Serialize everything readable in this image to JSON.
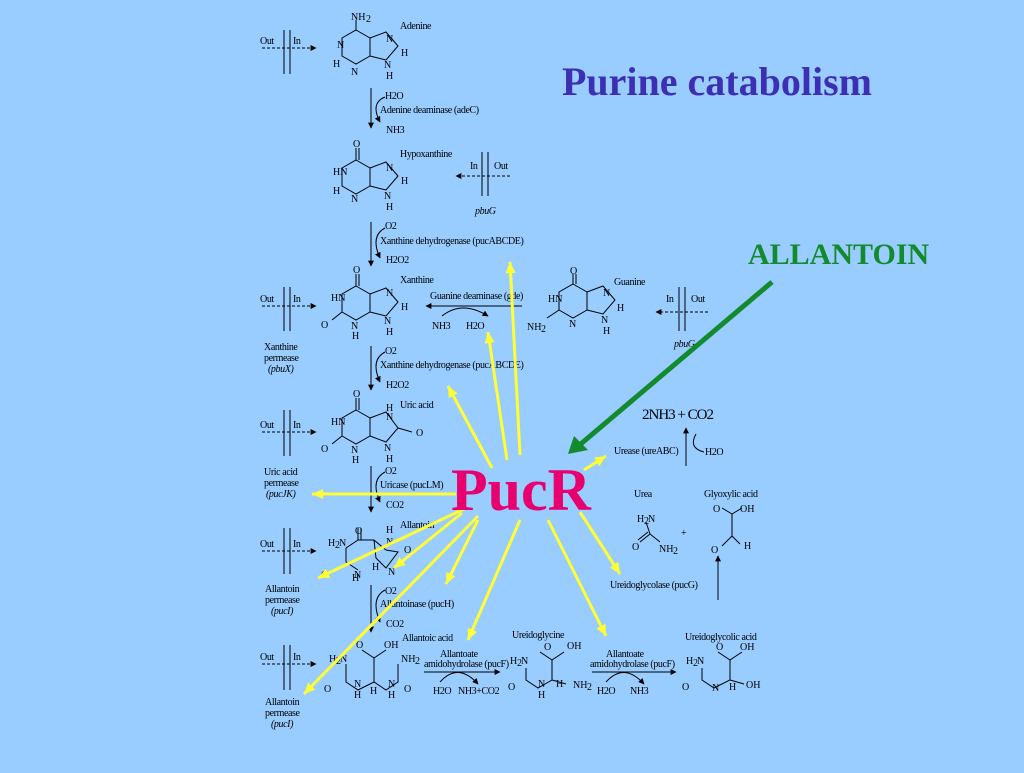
{
  "title": "Purine catabolism",
  "regulator": "PucR",
  "allantoin_label": "ALLANTOIN",
  "colors": {
    "background": "#99ccff",
    "title": "#3d2fb3",
    "regulator": "#e8006e",
    "allantoin": "#138a2e",
    "regulation_arrows": "#ffff33"
  },
  "transport_labels": {
    "out": "Out",
    "in": "In"
  },
  "compounds": {
    "adenine": "Adenine",
    "hypoxanthine": "Hypoxanthine",
    "xanthine": "Xanthine",
    "guanine": "Guanine",
    "uric_acid": "Uric acid",
    "allantoin": "Allantoin",
    "allantoic_acid": "Allantoic acid",
    "ureidoglycine": "Ureidoglycine",
    "ureidoglycolic_acid": "Ureidoglycolic acid",
    "urea": "Urea",
    "glyoxylic_acid": "Glyoxylic acid"
  },
  "transporters": {
    "pbug": "pbuG",
    "xanthine_permease": [
      "Xanthine",
      "permease",
      "(pbuX)"
    ],
    "uric_acid_permease": [
      "Uric acid",
      "permease",
      "(pucJK)"
    ],
    "allantoin_permease": [
      "Allantoin",
      "permease",
      "(pucI)"
    ]
  },
  "reactions": {
    "adenine_deaminase": {
      "in": "H2O",
      "enzyme": "Adenine deaminase (adeC)",
      "out": "NH3"
    },
    "xdh_1": {
      "in": "O2",
      "enzyme": "Xanthine dehydrogenase (pucABCDE)",
      "out": "H2O2"
    },
    "guanine_deaminase": {
      "enzyme": "Guanine deaminase (gde)",
      "out": "NH3",
      "in": "H2O"
    },
    "xdh_2": {
      "in": "O2",
      "enzyme": "Xanthine dehydrogenase (pucABCDE)",
      "out": "H2O2"
    },
    "uricase": {
      "in": "O2",
      "enzyme": "Uricase (pucLM)",
      "out": "CO2"
    },
    "allantoinase": {
      "in": "O2",
      "enzyme": "Allantoinase (pucH)",
      "out": "CO2"
    },
    "allantoate_amidohydrolase_1": {
      "enzyme_line1": "Allantoate",
      "enzyme_line2": "amidohydrolase (pucF)",
      "in": "H2O",
      "out": "NH3+CO2"
    },
    "allantoate_amidohydrolase_2": {
      "enzyme_line1": "Allantoate",
      "enzyme_line2": "amidohydrolase (pucF)",
      "in": "H2O",
      "out": "NH3"
    },
    "ureidoglycolase": {
      "enzyme": "Ureidoglycolase (pucG)"
    },
    "urease": {
      "enzyme": "Urease (ureABC)",
      "in": "H2O",
      "products": "2NH3 + CO2"
    }
  }
}
